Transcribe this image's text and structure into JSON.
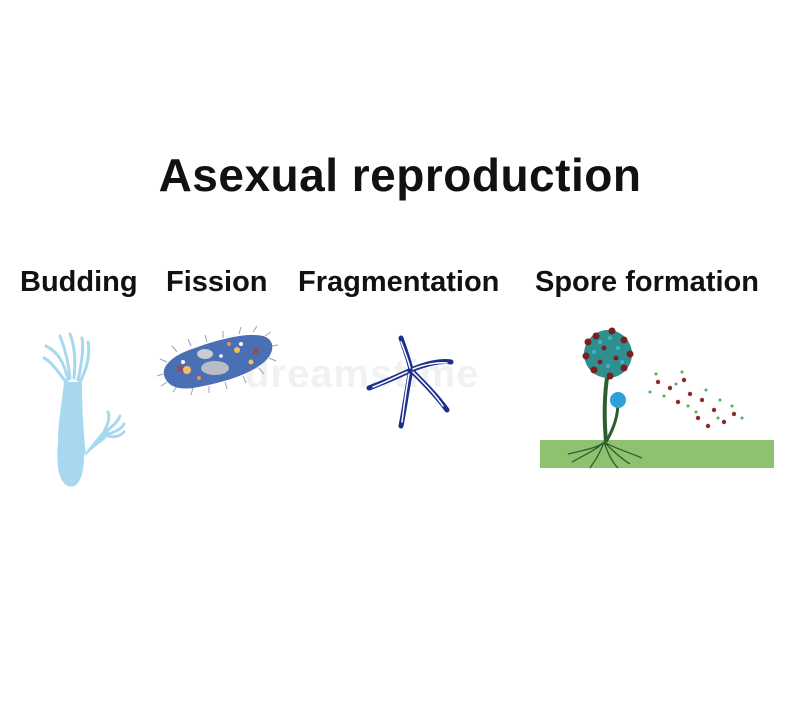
{
  "title": "Asexual reproduction",
  "methods": [
    {
      "label": "Budding",
      "icon": "hydra-icon"
    },
    {
      "label": "Fission",
      "icon": "paramecium-icon"
    },
    {
      "label": "Fragmentation",
      "icon": "starfish-icon"
    },
    {
      "label": "Spore formation",
      "icon": "sporangium-icon"
    }
  ],
  "watermark": "dreamstime",
  "colors": {
    "hydra": "#a8d8f0",
    "paramecium": "#4a6fb5",
    "starfish": "#1c2f8c",
    "soil": "#8fc270",
    "sporangium": "#2f8f8f",
    "stalk": "#2e5e2e"
  }
}
